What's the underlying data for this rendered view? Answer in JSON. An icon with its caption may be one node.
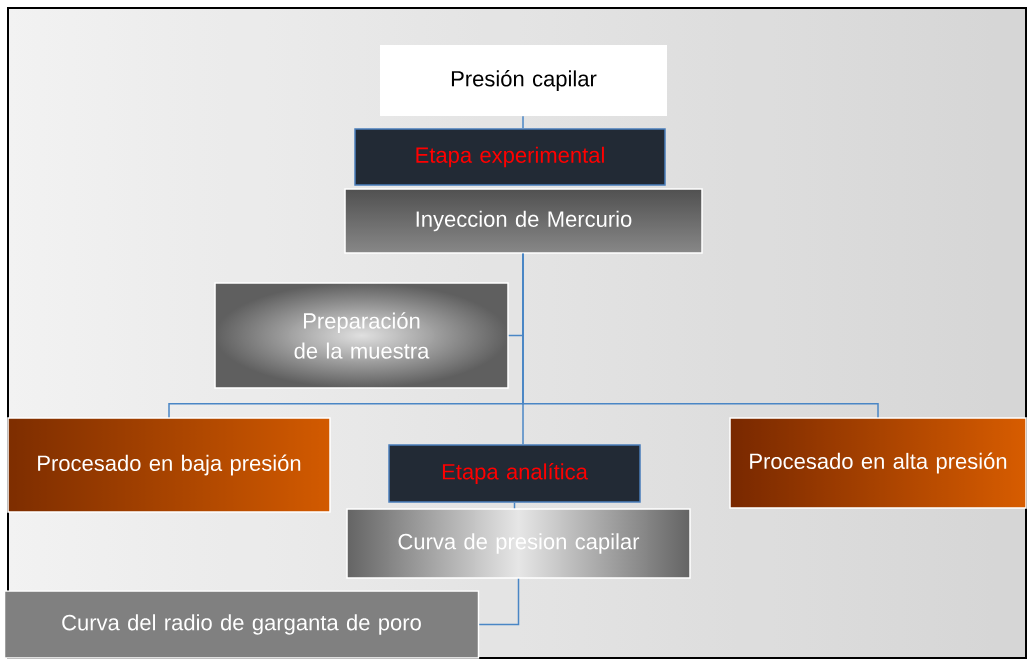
{
  "diagram": {
    "nodes": [
      {
        "text": [
          "Presión capilar"
        ]
      },
      {
        "text": [
          "Etapa experimental"
        ]
      },
      {
        "text": [
          "Inyeccion de Mercurio"
        ]
      },
      {
        "text": [
          "Preparación de la muestra"
        ]
      },
      {
        "text": [
          "Procesado en baja presión"
        ]
      },
      {
        "text": [
          "Etapa analítica"
        ]
      },
      {
        "text": [
          "Curva de presion capilar"
        ]
      },
      {
        "text": [
          "Procesado en alta presión"
        ]
      },
      {
        "text": [
          "Curva del radio de garganta de poro"
        ]
      }
    ],
    "edges": [
      {
        "from": 0,
        "to": 1,
        "arrow": "none"
      },
      {
        "from": 2,
        "to": 3,
        "arrow": "none"
      },
      {
        "from": 2,
        "to": 4,
        "arrow": "none"
      },
      {
        "from": 2,
        "to": 7,
        "arrow": "none"
      },
      {
        "from": 2,
        "to": 5,
        "arrow": "none"
      },
      {
        "from": 5,
        "to": 6,
        "arrow": "none"
      },
      {
        "from": 6,
        "to": 8,
        "arrow": "none"
      }
    ]
  }
}
